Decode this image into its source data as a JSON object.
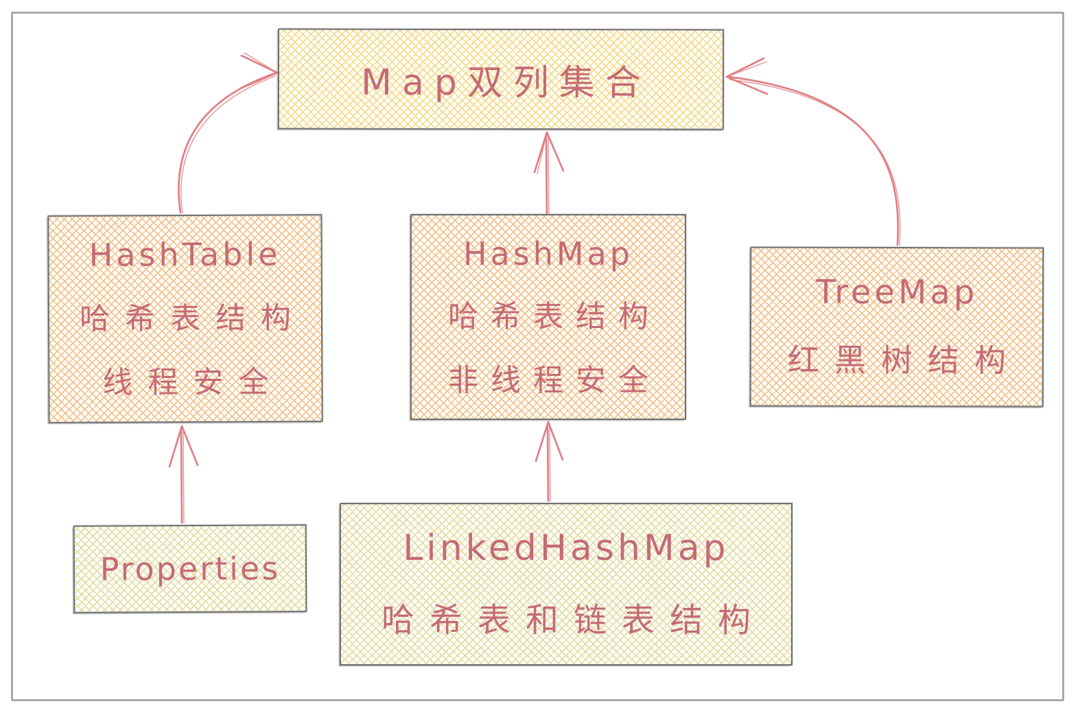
{
  "diagram_title": "Map双列集合 hierarchy",
  "colors": {
    "frame_border": "#a8a8a8",
    "box_border": "#6f6f6f",
    "text": "#c46b75",
    "arrow": "#df7f86",
    "hatch_yellow": "#f4db8c",
    "hatch_orange": "#f1c28c",
    "hatch_olive": "#e3dda4",
    "background": "#ffffff"
  },
  "nodes": [
    {
      "id": "map",
      "fill": "yellow",
      "lines": [
        "Map双列集合"
      ]
    },
    {
      "id": "hashtable",
      "fill": "orange",
      "lines": [
        "HashTable",
        "哈希表结构",
        "线程安全"
      ]
    },
    {
      "id": "hashmap",
      "fill": "orange",
      "lines": [
        "HashMap",
        "哈希表结构",
        "非线程安全"
      ]
    },
    {
      "id": "treemap",
      "fill": "orange",
      "lines": [
        "TreeMap",
        "红黑树结构"
      ]
    },
    {
      "id": "properties",
      "fill": "olive",
      "lines": [
        "Properties"
      ]
    },
    {
      "id": "linkedhashmap",
      "fill": "olive",
      "lines": [
        "LinkedHashMap",
        "哈希表和链表结构"
      ]
    }
  ],
  "edges": [
    {
      "from": "HashTable",
      "to": "Map双列集合"
    },
    {
      "from": "HashMap",
      "to": "Map双列集合"
    },
    {
      "from": "TreeMap",
      "to": "Map双列集合"
    },
    {
      "from": "Properties",
      "to": "HashTable"
    },
    {
      "from": "LinkedHashMap",
      "to": "HashMap"
    }
  ]
}
